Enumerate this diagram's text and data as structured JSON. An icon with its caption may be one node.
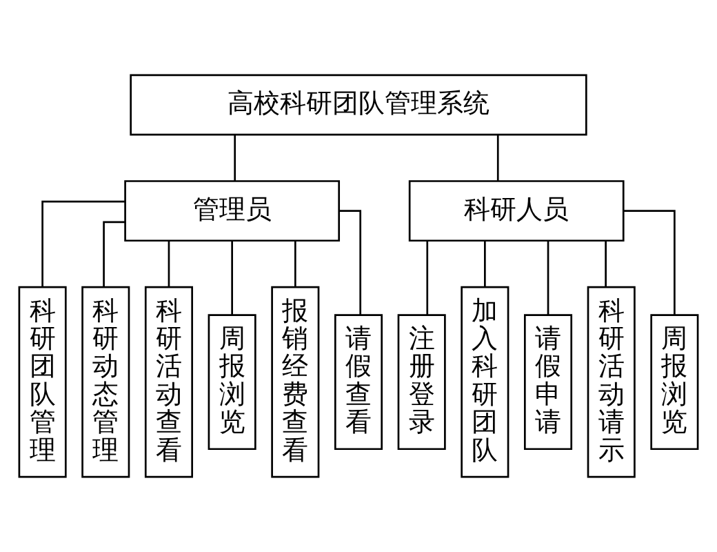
{
  "diagram": {
    "nodes": [
      {
        "text": [
          "高校科研团队管理系统"
        ]
      },
      {
        "text": [
          "管理员"
        ]
      },
      {
        "text": [
          "科研人员"
        ]
      },
      {
        "text": [
          "科研团队管理"
        ]
      },
      {
        "text": [
          "科研动态管理"
        ]
      },
      {
        "text": [
          "科研活动查看"
        ]
      },
      {
        "text": [
          "周报浏览"
        ]
      },
      {
        "text": [
          "报销经费查看"
        ]
      },
      {
        "text": [
          "请假查看"
        ]
      },
      {
        "text": [
          "注册登录"
        ]
      },
      {
        "text": [
          "加入科研团队"
        ]
      },
      {
        "text": [
          "请假申请"
        ]
      },
      {
        "text": [
          "科研活动请示"
        ]
      },
      {
        "text": [
          "周报浏览"
        ]
      }
    ],
    "edges": [
      {
        "from": 0,
        "to": 1,
        "arrow": "none"
      },
      {
        "from": 0,
        "to": 2,
        "arrow": "none"
      },
      {
        "from": 1,
        "to": 3,
        "arrow": "none"
      },
      {
        "from": 1,
        "to": 4,
        "arrow": "none"
      },
      {
        "from": 1,
        "to": 5,
        "arrow": "none"
      },
      {
        "from": 1,
        "to": 6,
        "arrow": "none"
      },
      {
        "from": 1,
        "to": 7,
        "arrow": "none"
      },
      {
        "from": 1,
        "to": 8,
        "arrow": "none"
      },
      {
        "from": 2,
        "to": 9,
        "arrow": "none"
      },
      {
        "from": 2,
        "to": 10,
        "arrow": "none"
      },
      {
        "from": 2,
        "to": 11,
        "arrow": "none"
      },
      {
        "from": 2,
        "to": 12,
        "arrow": "none"
      },
      {
        "from": 2,
        "to": 13,
        "arrow": "none"
      }
    ]
  }
}
